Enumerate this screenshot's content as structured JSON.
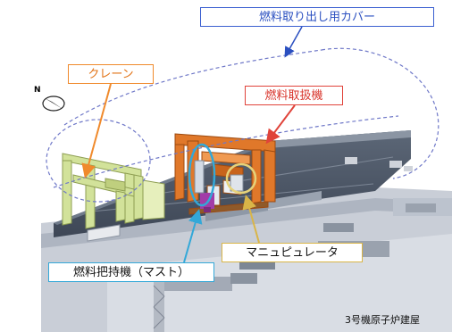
{
  "labels": {
    "fuel_removal_cover": "燃料取り出し用カバー",
    "crane": "クレーン",
    "fuel_handling_machine": "燃料取扱機",
    "manipulator": "マニュピュレータ",
    "fuel_gripper_mast": "燃料把持機（マスト）",
    "building": "3号機原子炉建屋"
  },
  "compass": {
    "north_letter": "N"
  },
  "colors": {
    "cover_blue": "#3a5fd0",
    "crane_orange": "#f08a2c",
    "fhm_red": "#e0433a",
    "mast_cyan": "#33a8d8",
    "manipulator_yellow": "#d9b548",
    "crane_body": "#d2e29a",
    "fhm_body": "#e0782a",
    "floor": "#4e5968"
  }
}
